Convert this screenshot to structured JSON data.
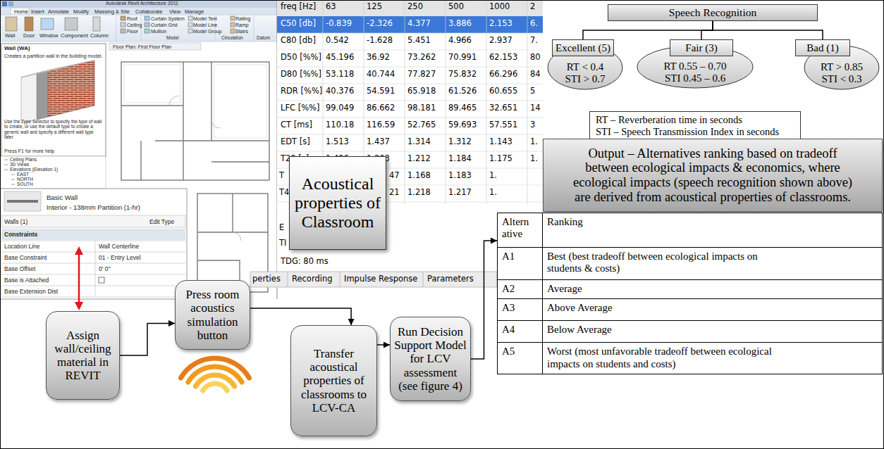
{
  "diagram": {
    "nodes": [
      {
        "text": [
          "Assign wall/ceiling material in REVIT"
        ]
      },
      {
        "text": [
          "Press room acoustics simulation button"
        ]
      },
      {
        "text": [
          "Acoustical properties of Classroom"
        ]
      },
      {
        "text": [
          "Transfer acoustical properties of classrooms to LCV-CA"
        ]
      },
      {
        "text": [
          "Run Decision Support Model for LCV assessment (see figure 4)"
        ]
      },
      {
        "text": [
          "Speech Recognition"
        ]
      },
      {
        "text": [
          "Excellent (5)"
        ]
      },
      {
        "text": [
          "Fair (3)"
        ]
      },
      {
        "text": [
          "Bad (1)"
        ]
      },
      {
        "text": [
          "RT < 0.4",
          "STI > 0.7"
        ]
      },
      {
        "text": [
          "RT 0.55 – 0.70",
          "STI 0.45 – 0.6"
        ]
      },
      {
        "text": [
          "RT > 0.85",
          "STI < 0.3"
        ]
      },
      {
        "text": [
          "RT – Reverberation time in seconds",
          "STI – Speech Transmission Index in seconds"
        ]
      },
      {
        "text": [
          "Output – Alternatives ranking based on tradeoff between ecological impacts & economics, where ecological impacts (speech recognition shown above) are derived from acoustical properties of classrooms."
        ]
      },
      {
        "text": [
          "Altern ative",
          "Ranking",
          "A1",
          "Best (best tradeoff between ecological impacts on students & costs)",
          "A2",
          "Average",
          "A3",
          "Above Average",
          "A4",
          "Below Average",
          "A5",
          "Worst (most unfavorable tradeoff between ecological impacts on students and costs)"
        ]
      }
    ],
    "edges": [
      {
        "from": 5,
        "to": 6,
        "arrow": "none"
      },
      {
        "from": 5,
        "to": 7,
        "arrow": "none"
      },
      {
        "from": 5,
        "to": 8,
        "arrow": "none"
      },
      {
        "from": 0,
        "to": 1,
        "arrow": "to"
      },
      {
        "from": 1,
        "to": 3,
        "arrow": "to"
      },
      {
        "from": 3,
        "to": 4,
        "arrow": "to"
      },
      {
        "from": 4,
        "to": 14,
        "arrow": "to"
      }
    ],
    "labels": [
      "freq [Hz]",
      "63",
      "125",
      "250",
      "500",
      "1000",
      "2",
      "C50 [db]",
      "-0.839",
      "-2.326",
      "4.377",
      "3.886",
      "2.153",
      "6.",
      "C80 [db]",
      "0.542",
      "-1.628",
      "5.451",
      "4.966",
      "2.937",
      "7.",
      "D50 [%%]",
      "45.196",
      "36.92",
      "73.262",
      "70.991",
      "62.153",
      "80",
      "D80 [%%]",
      "53.118",
      "40.744",
      "77.827",
      "75.832",
      "66.296",
      "84",
      "RDR [%%]",
      "40.376",
      "54.591",
      "65.918",
      "61.526",
      "60.655",
      "5",
      "LFC [%%]",
      "99.049",
      "86.662",
      "98.181",
      "89.465",
      "32.651",
      "14",
      "CT [ms]",
      "110.18",
      "116.59",
      "52.765",
      "59.693",
      "57.551",
      "3",
      "EDT [s]",
      "1.513",
      "1.437",
      "1.314",
      "1.312",
      "1.143",
      "1.",
      "T20 [s]",
      "1.496",
      "1.203",
      "1.212",
      "1.184",
      "1.175",
      "1.",
      "T",
      "47",
      "1.168",
      "1.183",
      "1.",
      "T4",
      "21",
      "1.218",
      "1.217",
      "1.",
      "E",
      "TI",
      "TDG: 80 ms",
      "perties",
      "Recording",
      "Impulse Response",
      "Parameters",
      "Autodesk Revit Architecture 2011",
      "Home",
      "Insert",
      "Annotate",
      "Modify",
      "Massing & Site",
      "Collaborate",
      "View",
      "Manage",
      "Wall",
      "Door",
      "Window",
      "Component",
      "Column",
      "Roof",
      "Ceiling",
      "Floor",
      "Curtain System",
      "Curtain Grid",
      "Mullion",
      "Model Text",
      "Model Line",
      "Model Group",
      "Railing",
      "Ramp",
      "Stairs",
      "Model",
      "Circulation",
      "Datum",
      "Wall (WA)",
      "Creates a partition wall in the building model.",
      "Use the Type Selector to specify the type of wall to create, or use the default type to create a generic wall and specify a different wall type later.",
      "Press F1 for more help",
      "Floor Plan: First Floor Plan",
      "Ceiling Plans",
      "3D Views",
      "Elevations (Elevation 1)",
      "EAST",
      "NORTH",
      "SOUTH",
      "Basic Wall",
      "Interior - 138mm Partition (1-hr)",
      "Walls (1)",
      "Edit Type",
      "Constraints",
      "Location Line",
      "Wall Centerline",
      "Base Constraint",
      "01 - Entry Level",
      "Base Offset",
      "0' 0\"",
      "Base is Attached",
      "Base Extension Dist"
    ]
  }
}
